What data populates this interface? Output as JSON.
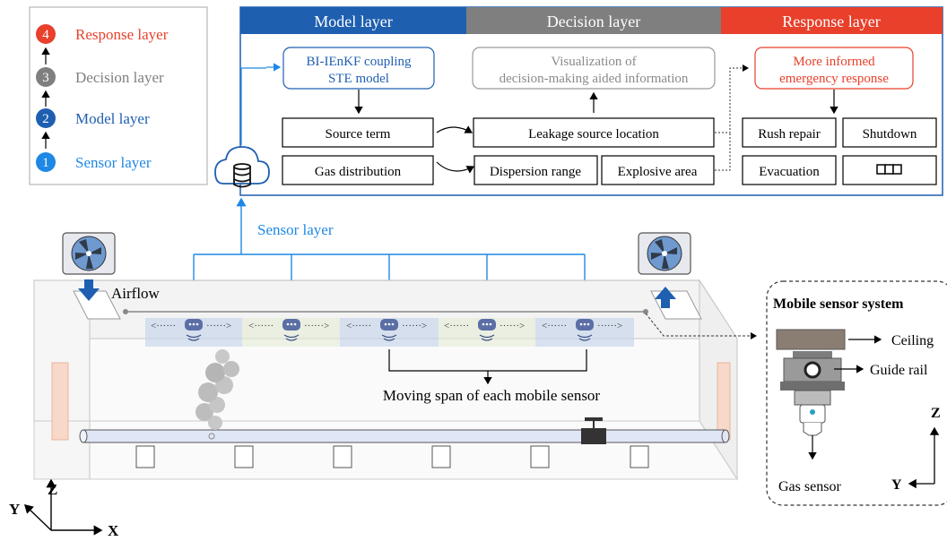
{
  "legend": {
    "items": [
      {
        "num": "4",
        "label": "Response layer",
        "color": "#e8402b"
      },
      {
        "num": "3",
        "label": "Decision layer",
        "color": "#7f7f7f"
      },
      {
        "num": "2",
        "label": "Model layer",
        "color": "#1f5fb0"
      },
      {
        "num": "1",
        "label": "Sensor layer",
        "color": "#1e88e5"
      }
    ]
  },
  "panel": {
    "headers": {
      "model": "Model layer",
      "decision": "Decision layer",
      "response": "Response layer"
    },
    "model_box": [
      "BI-IEnKF coupling",
      "STE model"
    ],
    "source_term": "Source term",
    "gas_distribution": "Gas distribution",
    "visualization": [
      "Visualization of",
      "decision-making aided information"
    ],
    "leakage_location": "Leakage source location",
    "dispersion_range": "Dispersion range",
    "explosive_area": "Explosive area",
    "informed_response": [
      "More informed",
      "emergency response"
    ],
    "rush_repair": "Rush repair",
    "shutdown": "Shutdown",
    "evacuation": "Evacuation"
  },
  "scene": {
    "sensor_layer_label": "Sensor layer",
    "airflow_label": "Airflow",
    "moving_span_label": "Moving span of each mobile sensor",
    "axes": {
      "x": "X",
      "y": "Y",
      "z": "Z"
    }
  },
  "mobile_system": {
    "title": "Mobile sensor system",
    "ceiling": "Ceiling",
    "guide_rail": "Guide rail",
    "gas_sensor": "Gas sensor",
    "axes": {
      "y": "Y",
      "z": "Z"
    }
  },
  "colors": {
    "model_blue": "#1f5fb0",
    "decision_gray": "#7f7f7f",
    "response_red": "#e8402b",
    "sensor_blue": "#1e88e5"
  }
}
